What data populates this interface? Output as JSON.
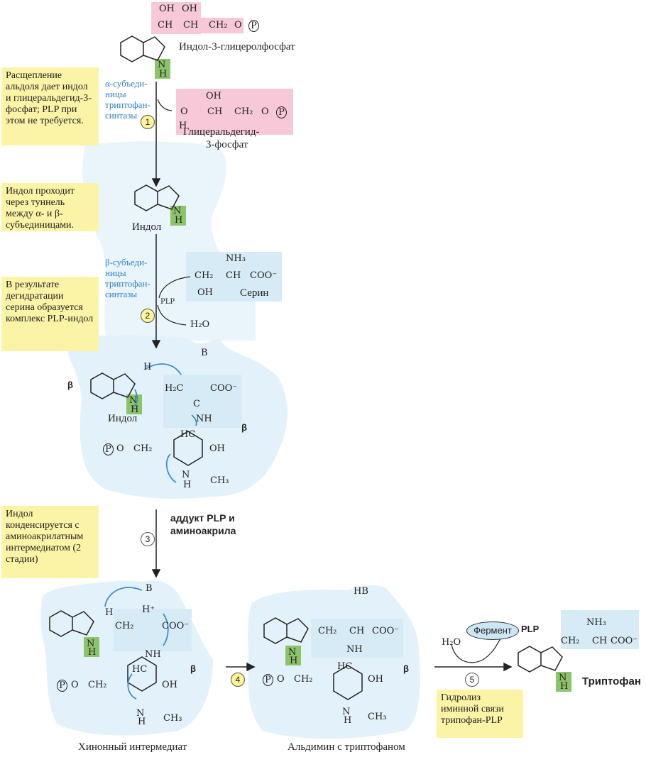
{
  "colors": {
    "note_bg": "#fbf3a6",
    "pink": "#f7c9d8",
    "light_blue": "#d6ebf6",
    "green": "#8cc46a",
    "blue_text": "#2f7fc1",
    "arrow_blue": "#3a8fd0"
  },
  "notes": {
    "n1": "Расщепление альдоля дает индол и глицеральдегид-3-фосфат; PLP при этом не требуется.",
    "n2": "Индол проходит через туннель между α- и β-субъединицами.",
    "n3": "В результате дегидратации серина образуется комплекс PLP-индол",
    "n4": "Индол конденсируется с аминоакрилатным интермедиатом (2 стадии)",
    "n5": "Гидролиз иминной связи трипофан-PLP"
  },
  "enzyme_labels": {
    "alpha": "α-субъеди-ницы триптофан-синтазы",
    "beta": "β-субъеди-ницы триптофан-синтазы"
  },
  "steps": [
    "1",
    "2",
    "3",
    "4",
    "5"
  ],
  "molecules": {
    "indole_glycerol_phosphate": "Индол-3-глицеролфосфат",
    "g3p_line1": "Глицеральдегид-",
    "g3p_line2": "3-фосфат",
    "indole": "Индол",
    "serine": "Серин",
    "indole2": "Индол",
    "adduct_line1": "аддукт PLP и",
    "adduct_line2": "аминоакрила",
    "quinonoid": "Хинонный интермедиат",
    "aldimine": "Альдимин с триптофаном",
    "tryptophan": "Триптофан",
    "enzyme": "Фермент",
    "plp": "PLP"
  },
  "chem_text": {
    "oh": "OH",
    "ch": "CH",
    "ch2": "CH₂",
    "o": "O",
    "p": "P",
    "n": "N",
    "h": "H",
    "nh3": "NH₃",
    "coo": "COO⁻",
    "h2o": "H₂O",
    "b": "B",
    "hb": "HB",
    "h2c": "H₂C",
    "c": "C",
    "nh": "NH",
    "hc": "HC",
    "ch3": "CH₃",
    "hplus": "H⁺",
    "beta": "β",
    "plp_small": "PLP",
    "plus": "+",
    "minus": "–"
  }
}
